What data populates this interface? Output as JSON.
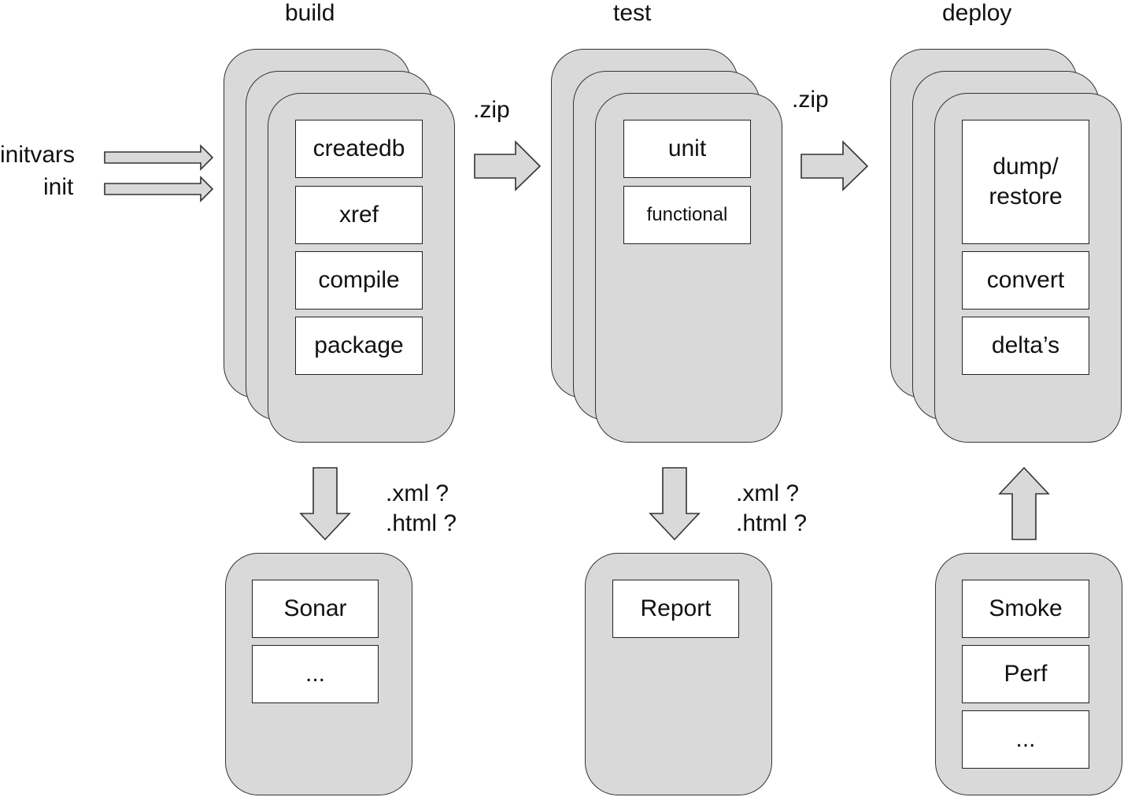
{
  "stages": {
    "build": {
      "title": "build",
      "tasks": [
        "createdb",
        "xref",
        "compile",
        "package"
      ],
      "report_formats": [
        ".xml ?",
        ".html ?"
      ],
      "tools": [
        "Sonar",
        "..."
      ]
    },
    "test": {
      "title": "test",
      "tasks": [
        "unit",
        "functional"
      ],
      "report_formats": [
        ".xml ?",
        ".html ?"
      ],
      "tools": [
        "Report"
      ]
    },
    "deploy": {
      "title": "deploy",
      "tasks": [
        "dump/\nrestore",
        "convert",
        "delta’s"
      ],
      "tools": [
        "Smoke",
        "Perf",
        "..."
      ]
    }
  },
  "inputs": [
    "initvars",
    "init"
  ],
  "artifacts": {
    "build_to_test": ".zip",
    "test_to_deploy": ".zip"
  }
}
